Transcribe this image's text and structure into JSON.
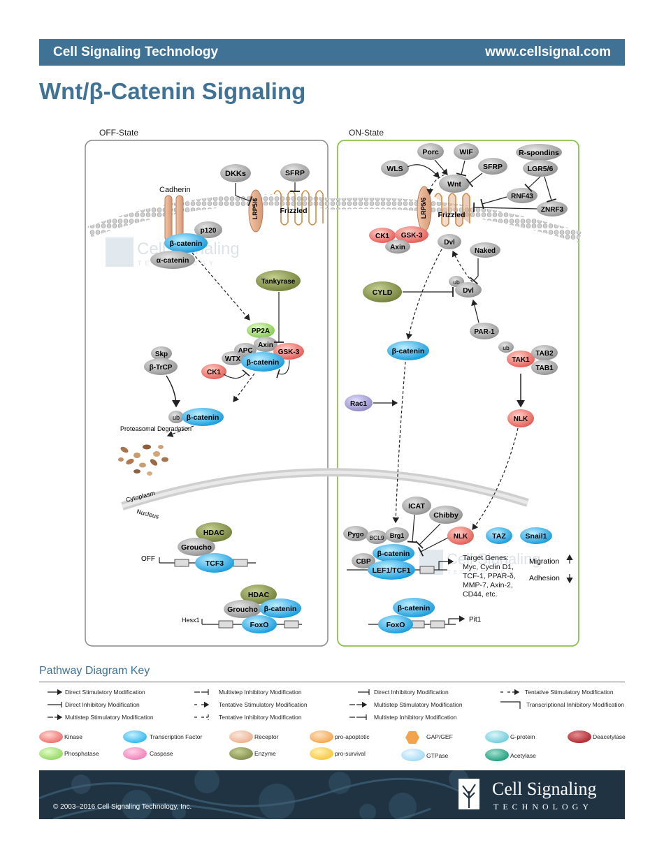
{
  "header": {
    "brand": "Cell Signaling Technology",
    "url": "www.cellsignal.com"
  },
  "title": "Wnt/β-Catenin Signaling",
  "off_state": {
    "label": "OFF-State",
    "cadherin": "Cadherin",
    "p120": "p120",
    "beta_catenin_membrane": "β-catenin",
    "alpha_catenin": "α-catenin",
    "dkks": "DKKs",
    "sfrp": "SFRP",
    "lrp": "LRP5/6",
    "frizzled": "Frizzled",
    "tankyrase": "Tankyrase",
    "pp2a": "PP2A",
    "axin": "Axin",
    "apc": "APC",
    "wtx": "WTX",
    "gsk3": "GSK-3",
    "ck1": "CK1",
    "beta_catenin_complex": "β-catenin",
    "skp": "Skp",
    "btrcp": "β-TrCP",
    "ub": "ub",
    "beta_catenin_ub": "β-catenin",
    "degradation": "Proteasomal Degradation",
    "hdac1": "HDAC",
    "groucho1": "Groucho",
    "tcf3": "TCF3",
    "off_label": "OFF",
    "hdac2": "HDAC",
    "groucho2": "Groucho",
    "beta_catenin_foxo": "β-catenin",
    "foxo": "FoxO",
    "hesx1": "Hesx1"
  },
  "compartments": {
    "cytoplasm": "Cytoplasm",
    "nucleus": "Nucleus"
  },
  "watermark": {
    "name": "Cell Signaling",
    "sub": "TECHNOLOGY"
  },
  "on_state": {
    "label": "ON-State",
    "porc": "Porc",
    "wif": "WIF",
    "wls": "WLS",
    "sfrp": "SFRP",
    "wnt": "Wnt",
    "rspondins": "R-spondins",
    "lgr": "LGR5/6",
    "rnf43": "RNF43",
    "znrf3": "ZNRF3",
    "lrp": "LRP5/6",
    "frizzled": "Frizzled",
    "ck1": "CK1",
    "gsk3": "GSK-3",
    "axin": "Axin",
    "dvl_top": "Dvl",
    "naked": "Naked",
    "cyld": "CYLD",
    "ub1": "ub",
    "dvl_ub": "Dvl",
    "par1": "PAR-1",
    "beta_catenin": "β-catenin",
    "ub2": "ub",
    "tak1": "TAK1",
    "tab2": "TAB2",
    "tab1": "TAB1",
    "rac1": "Rac1",
    "nlk_cyto": "NLK",
    "icat": "ICAT",
    "chibby": "Chibby",
    "pygo": "Pygo",
    "bcl9": "BCL9",
    "brg1": "Brg1",
    "nlk_nuc": "NLK",
    "taz": "TAZ",
    "snail1": "Snail1",
    "beta_catenin_nuc": "β-catenin",
    "cbp": "CBP",
    "lef1": "LEF1/TCF1",
    "target_genes": [
      "Target Genes:",
      "Myc, Cyclin D1,",
      "TCF-1, PPAR-δ,",
      "MMP-7, Axin-2,",
      "CD44, etc."
    ],
    "migration": "Migration",
    "adhesion": "Adhesion",
    "beta_catenin_foxo": "β-catenin",
    "foxo": "FoxO",
    "pit1": "Pit1"
  },
  "key": {
    "title": "Pathway Diagram Key",
    "arrows": [
      "Direct Stimulatory Modification",
      "Multistep Inhibitory Modification",
      "Direct Inhibitory Modification",
      "Tentative Stimulatory Modification",
      "Direct Inhibitory Modification",
      "Tentative Stimulatory Modification",
      "Multistep Stimulatory Modification",
      "Transcriptional Inhibitory Modification",
      "Multistep Stimulatory Modification",
      "Tentative Inhibitory Modification",
      "Multistep Inhibitory Modification"
    ],
    "types": [
      {
        "label": "Kinase",
        "color": "#ec6a6a"
      },
      {
        "label": "Transcription Factor",
        "color": "#2ab4ea"
      },
      {
        "label": "Receptor",
        "color": "#e9ae8c"
      },
      {
        "label": "pro-apoptotic",
        "color": "#f3a34a"
      },
      {
        "label": "GAP/GEF",
        "color": "#f3a34a"
      },
      {
        "label": "G-protein",
        "color": "#6cc9d8"
      },
      {
        "label": "Deacetylase",
        "color": "#a8232b"
      },
      {
        "label": "Phosphatase",
        "color": "#8ed65a"
      },
      {
        "label": "Caspase",
        "color": "#f07ab6"
      },
      {
        "label": "Enzyme",
        "color": "#7c8a4a"
      },
      {
        "label": "pro-survival",
        "color": "#f6c632"
      },
      {
        "label": "GTPase",
        "color": "#9ed8f4"
      },
      {
        "label": "Acetylase",
        "color": "#1a9a7a"
      }
    ]
  },
  "footer": {
    "copyright": "© 2003–2016 Cell Signaling Technology, Inc.",
    "brand": "Cell Signaling",
    "brand_sub": "TECHNOLOGY"
  }
}
